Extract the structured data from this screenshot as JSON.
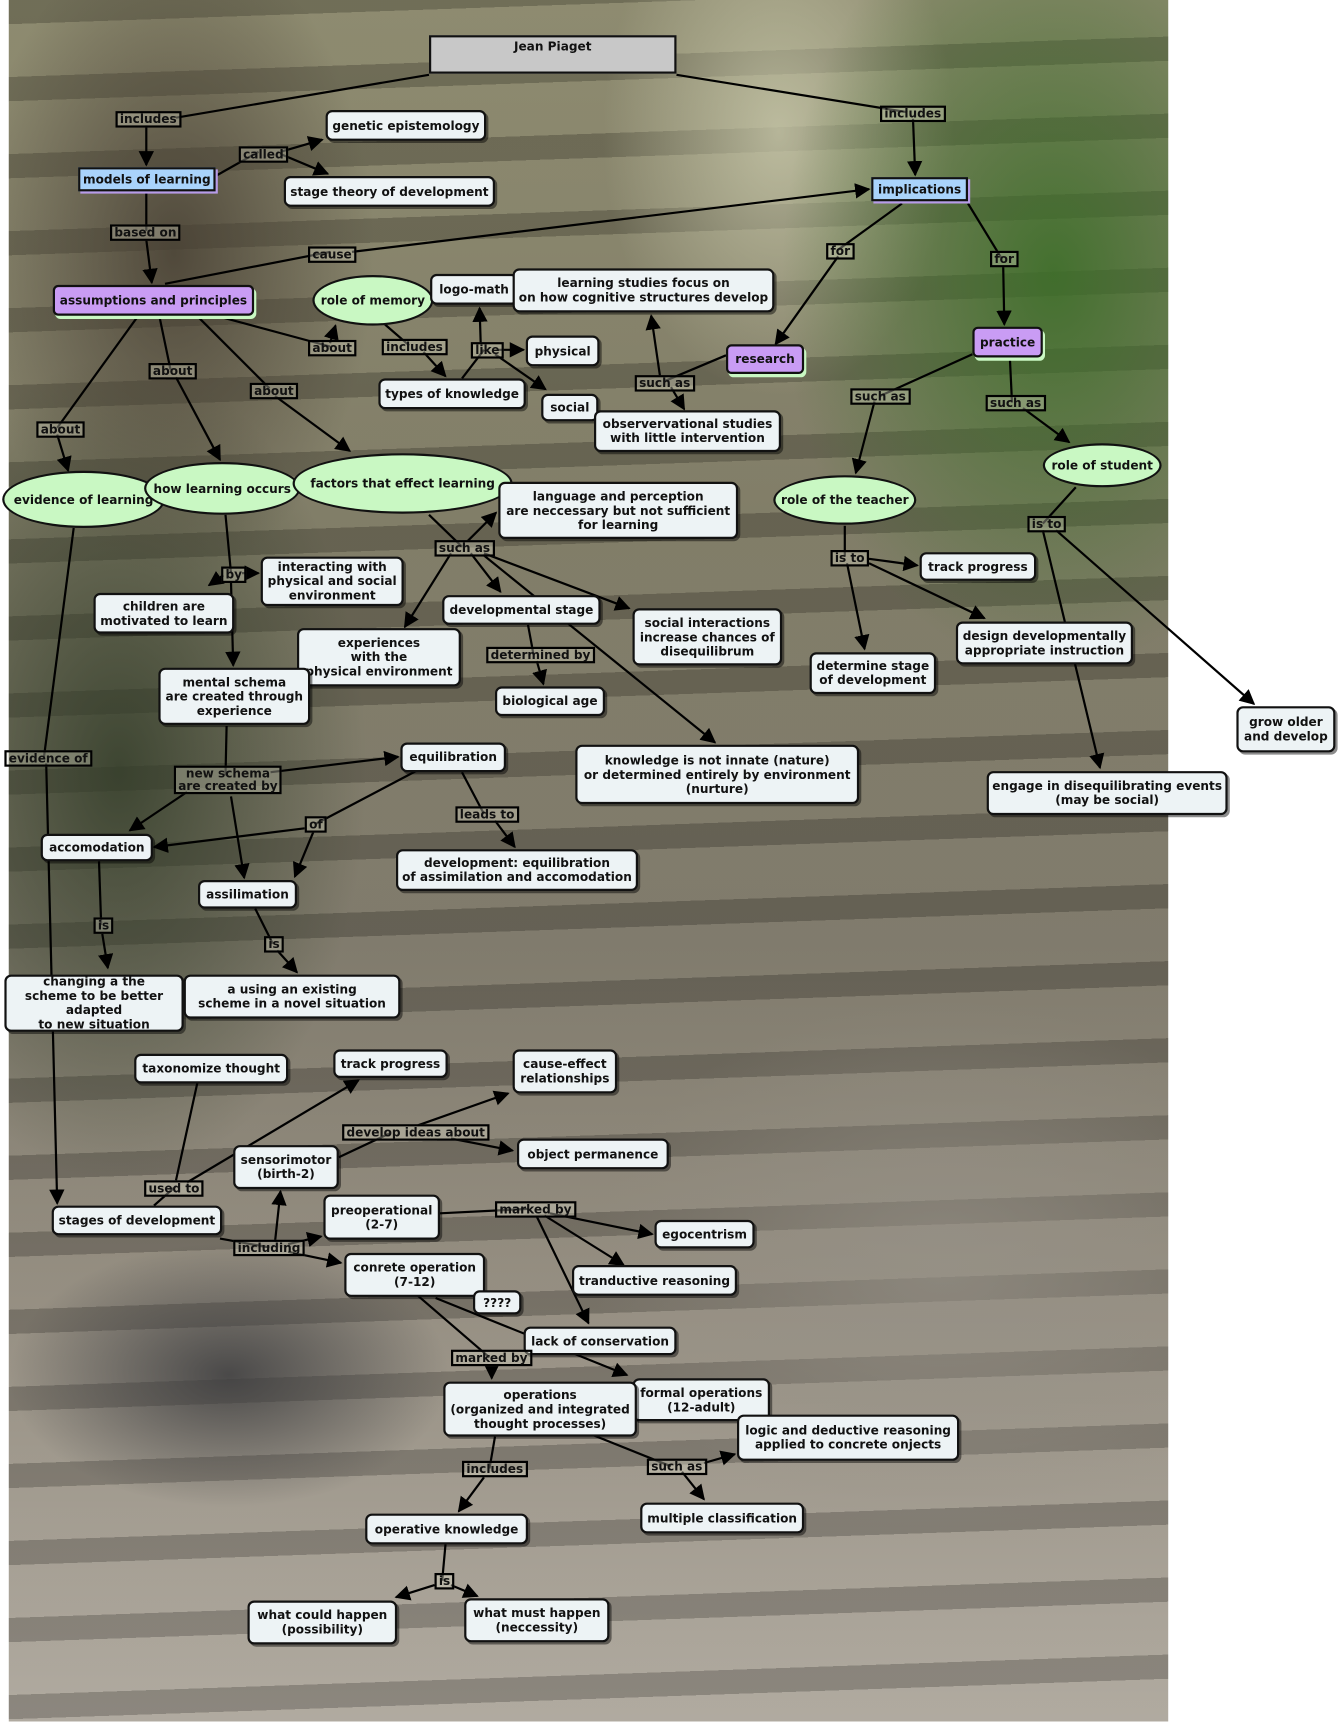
{
  "nodes": {
    "jean": "Jean Piaget",
    "genetic": "genetic epistemology",
    "models": "models of learning",
    "stage_theory": "stage theory of development",
    "implications": "implications",
    "assumptions": "assumptions and principles",
    "memory": "role of memory",
    "logomath": "logo-math",
    "lsf": "learning studies focus on\non how cognitive structures develop",
    "physical": "physical",
    "research": "research",
    "practice": "practice",
    "types": "types of knowledge",
    "social": "social",
    "obs": "observervational  studies\nwith little intervention",
    "student": "role of student",
    "evidence": "evidence of learning",
    "how": "how learning occurs",
    "factors": "factors that effect learning",
    "teacher": "role of the teacher",
    "lang": "language and perception\nare neccessary but not  sufficient\nfor learning",
    "interacting": "interacting with\nphysical and social\nenvironment",
    "track1": "track progress",
    "children": "children are\nmotivated to learn",
    "devstage": "developmental stage",
    "social_int": "social interactions\nincrease chances of\ndisequilibrum",
    "experiences": "experiences\nwith the\nphysical environment",
    "design": "design developmentally\nappropriate instruction",
    "determine": "determine stage\nof development",
    "bio": "biological age",
    "mental": "mental schema\nare created through\nexperience",
    "grow": "grow older\nand develop",
    "knowledge": "knowledge is not innate (nature)\nor determined entirely by environment\n(nurture)",
    "equil": "equilibration",
    "engage": "engage in disequilibrating events\n(may be social)",
    "accomodation": "accomodation",
    "dev_eq": "development: equilibration\nof assimilation and accomodation",
    "assilimation": "assilimation",
    "changing": "changing a the\nscheme to be better adapted\nto new situation",
    "using": "a using an existing\nscheme in a novel situation",
    "taxonomize": "taxonomize thought",
    "track2": "track progress",
    "cause": "cause-effect\nrelationships",
    "sensorimotor": "sensorimotor\n(birth-2)",
    "objperm": "object permanence",
    "stages": "stages of development",
    "preop": "preoperational\n(2-7)",
    "egocentrism": "egocentrism",
    "conrete": "conrete operation\n(7-12)",
    "tranductive": "tranductive reasoning",
    "q": "????",
    "lack": "lack of conservation",
    "formal": "formal operations\n(12-adult)",
    "operations": "operations\n(organized and integrated\nthought processes)",
    "logic": "logic and deductive reasoning\napplied to concrete onjects",
    "multiple": "multiple classification",
    "operative": "operative  knowledge",
    "could": "what could happen\n(possibility)",
    "must": "what must happen\n(neccessity)"
  },
  "links": {
    "l1": "includes",
    "l2": "called",
    "l3": "based on",
    "l4": "cause",
    "l5": "includes",
    "l6": "for",
    "l7": "for",
    "l8": "about",
    "l9": "includes",
    "l10": "like",
    "l11": "about",
    "l12": "about",
    "l13": "about",
    "l14": "such as",
    "l15": "such as",
    "l16": "such as",
    "l17": "is to",
    "l18": "such as",
    "l19": "by",
    "l20": "is to",
    "l21": "determined by",
    "l22": "evidence of",
    "l23": "new schema\nare created by",
    "l24": "of",
    "l25": "leads to",
    "l26": "is",
    "l27": "is",
    "l28": "used to",
    "l29": "develop ideas about",
    "l30": "marked by",
    "l31": "including",
    "l32": "marked by",
    "l33": "includes",
    "l34": "such as",
    "l35": "is"
  },
  "colors": {
    "concept": "#edf3f5",
    "ellipse": "#c9f8c3",
    "blue": "#a9d3fb",
    "purple": "#c99cf4",
    "root": "#c8c8c8"
  }
}
